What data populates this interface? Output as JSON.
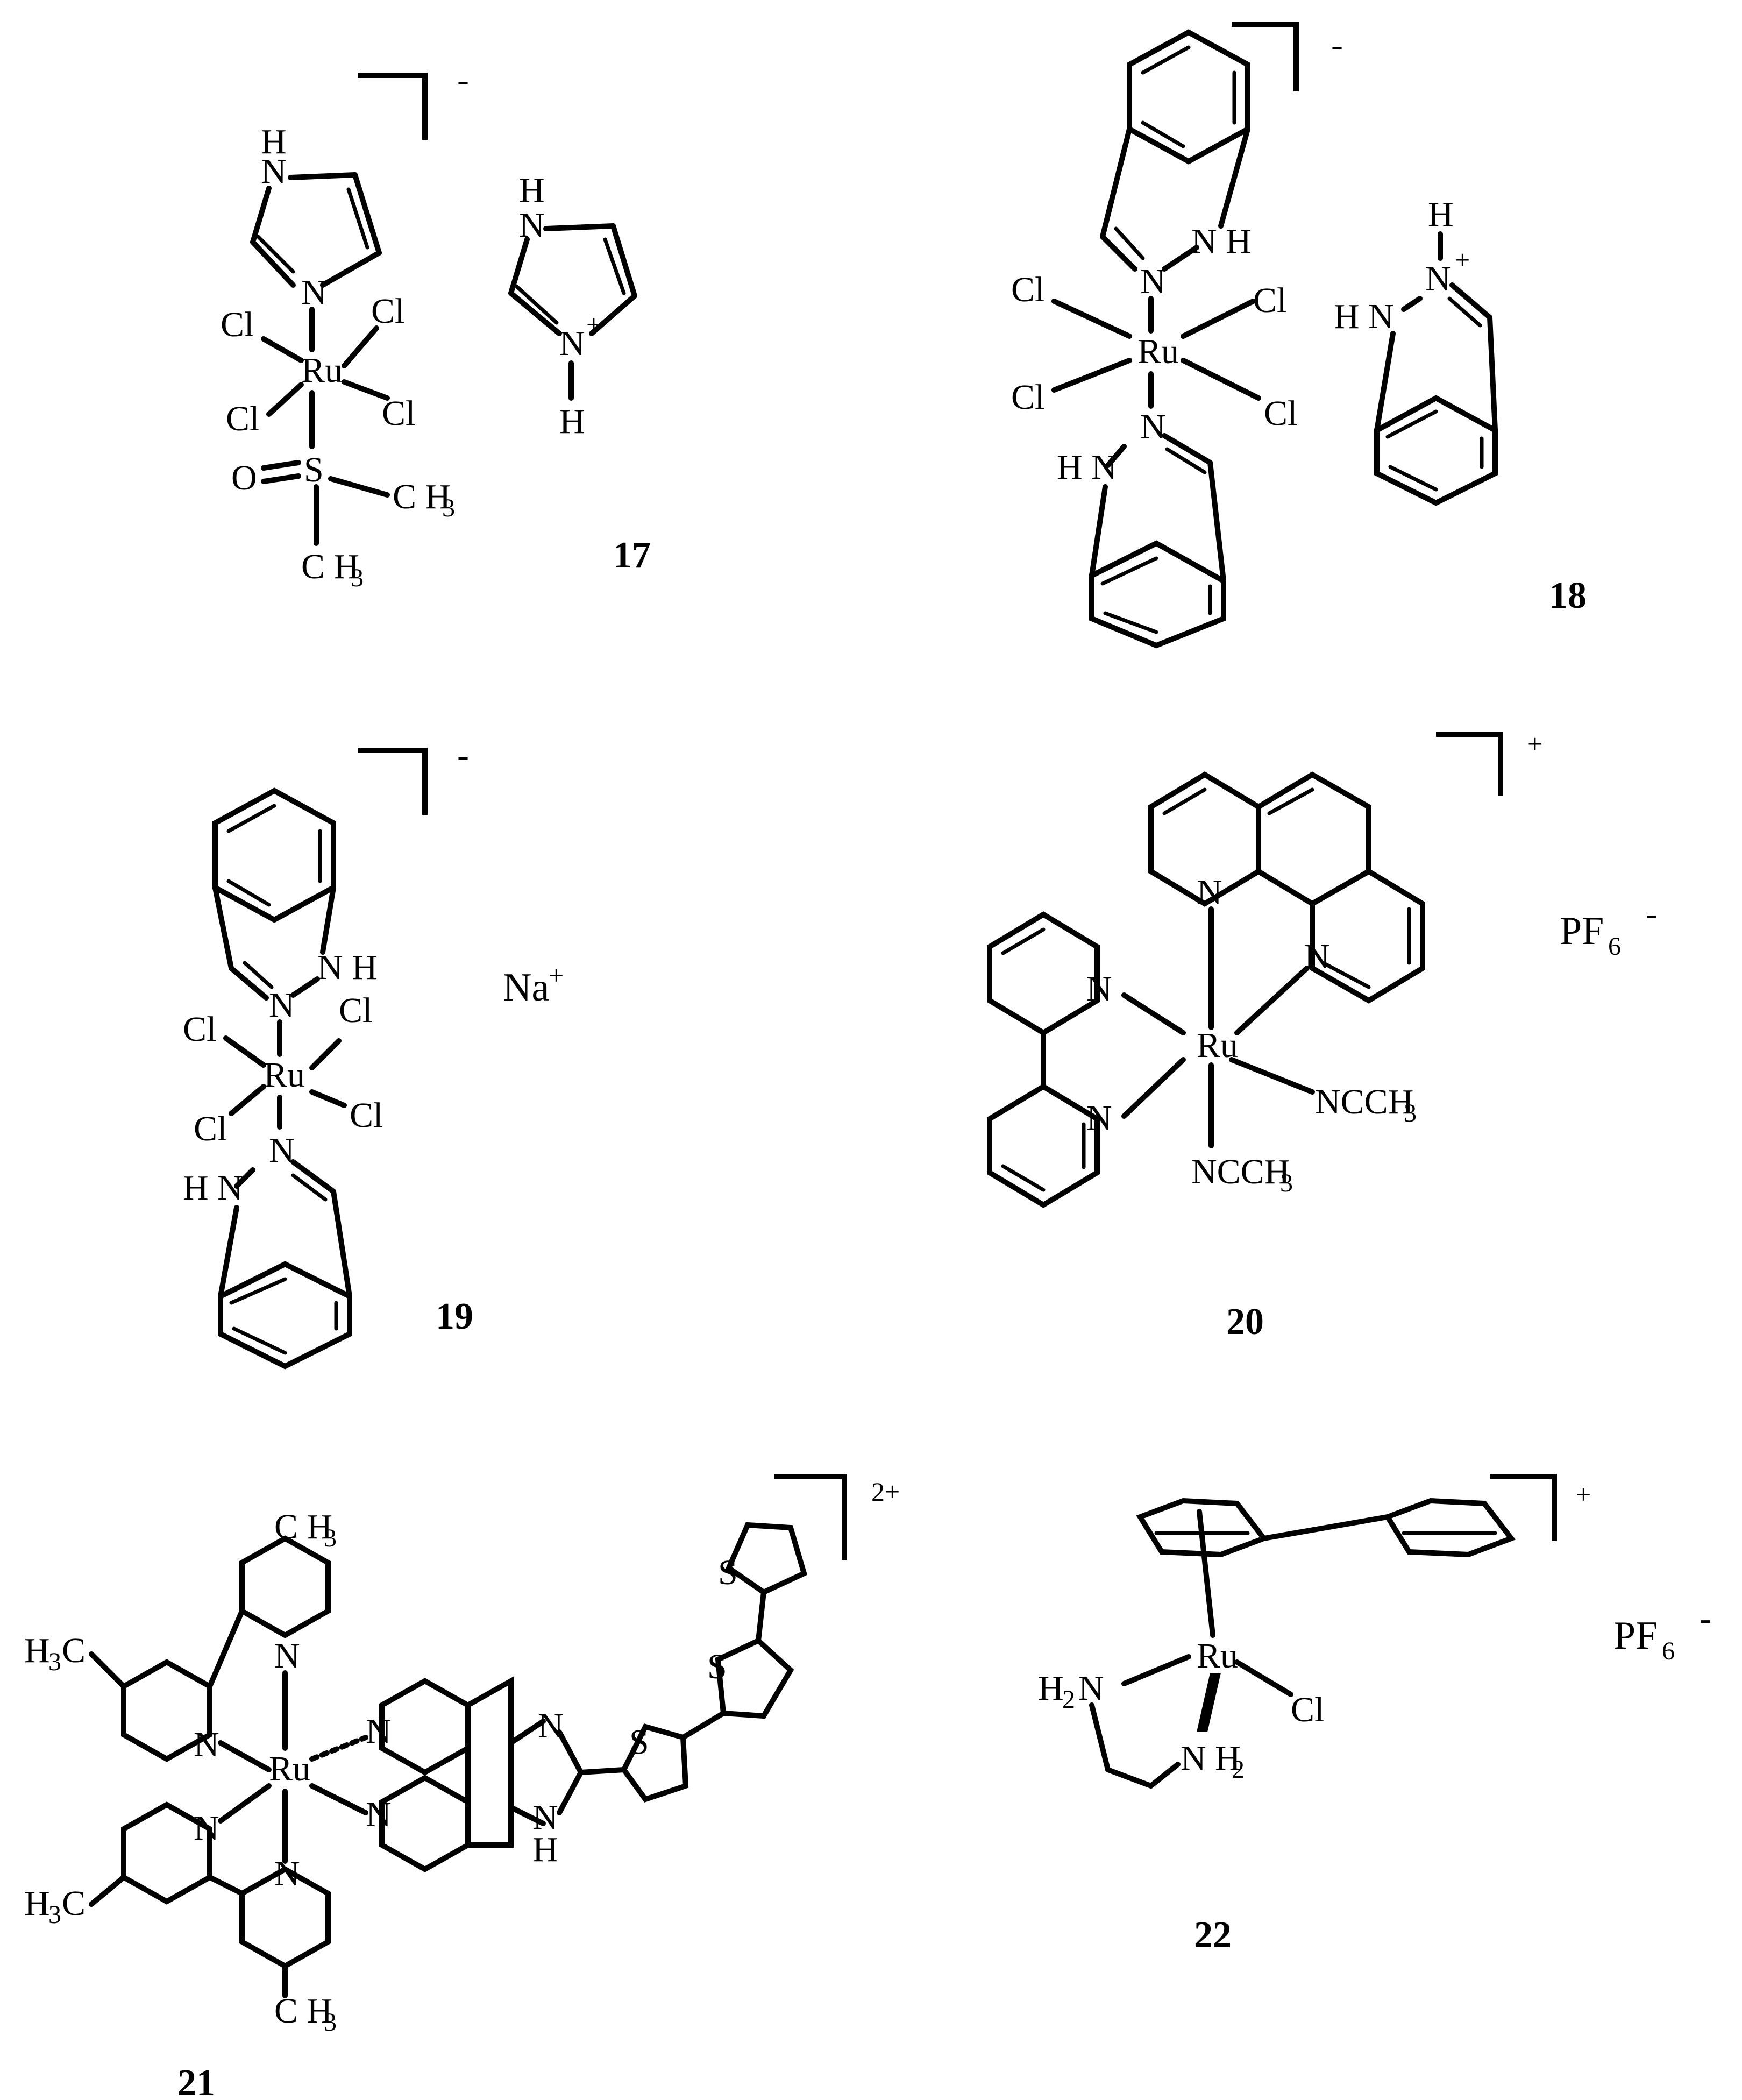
{
  "compounds": [
    {
      "number": "17",
      "charge": "-",
      "metal": "Ru",
      "ligands": [
        "Cl",
        "Cl",
        "Cl",
        "Cl",
        "O",
        "S",
        "CH3",
        "CH3",
        "N",
        "H"
      ],
      "counterion": "N+ imidazolium"
    },
    {
      "number": "18",
      "charge": "-",
      "metal": "Ru",
      "ligands": [
        "Cl",
        "Cl",
        "Cl",
        "Cl",
        "N",
        "H"
      ],
      "counterion": "N+ indazolium"
    },
    {
      "number": "19",
      "charge": "-",
      "metal": "Ru",
      "ligands": [
        "Cl",
        "Cl",
        "Cl",
        "Cl",
        "N",
        "H"
      ],
      "counterion": "Na+"
    },
    {
      "number": "20",
      "charge": "+",
      "metal": "Ru",
      "ligands": [
        "N",
        "NCCH3",
        "NCCH3"
      ],
      "counterion": "PF6 -"
    },
    {
      "number": "21",
      "charge": "2+",
      "metal": "Ru",
      "ligands": [
        "N",
        "S",
        "H",
        "H3C",
        "CH3"
      ],
      "counterion": ""
    },
    {
      "number": "22",
      "charge": "+",
      "metal": "Ru",
      "ligands": [
        "H2N",
        "NH2",
        "Cl"
      ],
      "counterion": "PF6 -"
    }
  ],
  "labels": {
    "ru": "Ru",
    "cl": "Cl",
    "n": "N",
    "h": "H",
    "nh": "N H",
    "hn": "H N",
    "s": "S",
    "o": "O",
    "na": "Na",
    "pf": "PF",
    "six": "6",
    "three": "3",
    "two": "2",
    "plus": "+",
    "minus": "-",
    "twoplus": "2+",
    "ch": "C H",
    "h3c": "H",
    "c": "C",
    "ncch": "NCCH",
    "h2n": "H",
    "n2": "N",
    "nh2": "N H"
  }
}
